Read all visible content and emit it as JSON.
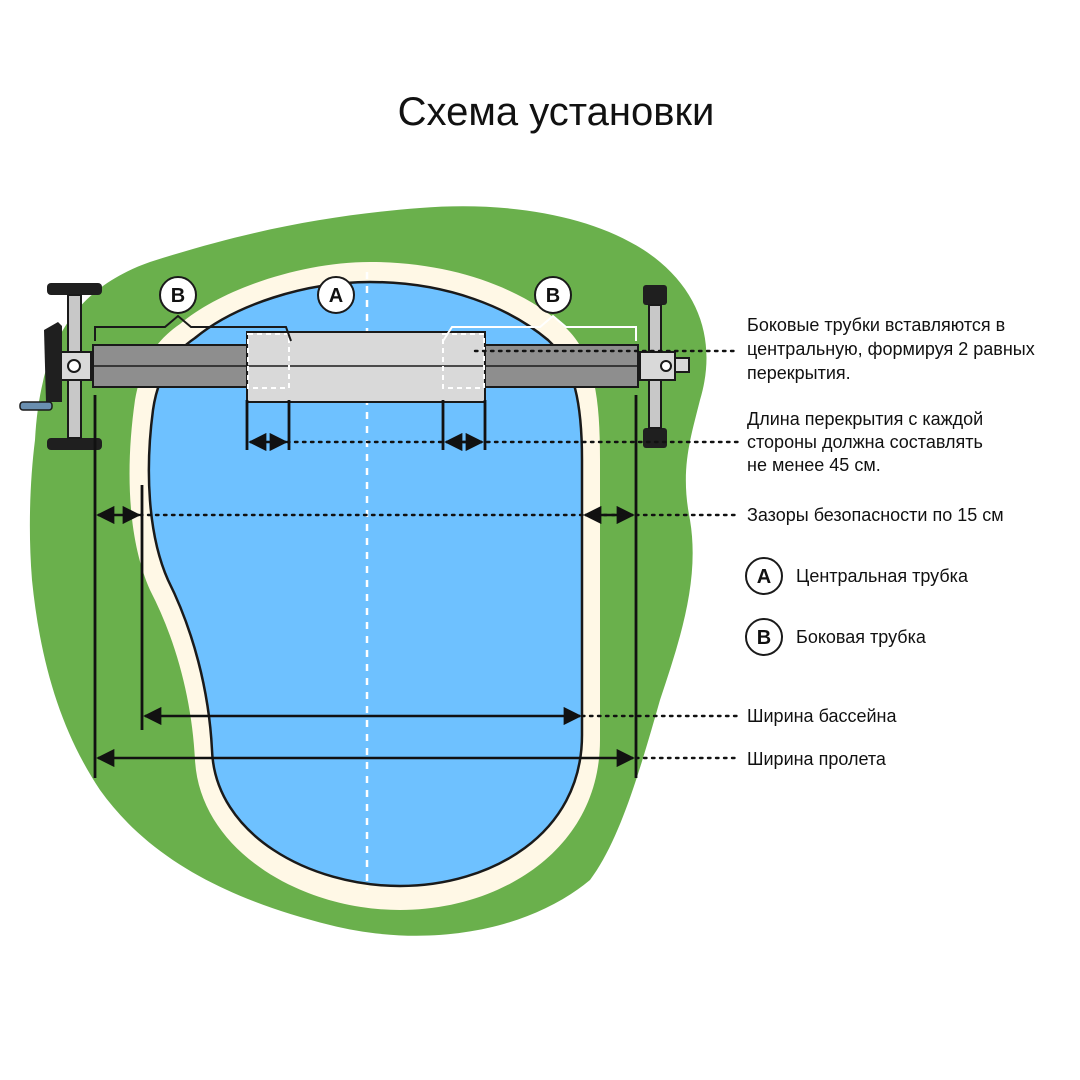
{
  "title": "Схема установки",
  "colors": {
    "grass": "#6ab04c",
    "deck": "#fff8e6",
    "water": "#6ec1ff",
    "tube": "#8e8e8e",
    "tube_center": "#d9d9d9",
    "outline": "#1a1a1a"
  },
  "badges": {
    "central_tube": "A",
    "side_tube": "B"
  },
  "annotations": [
    {
      "id": "overlap",
      "lines": [
        "Боковые трубки вставляются в",
        "центральную, формируя 2 равных",
        "перекрытия."
      ]
    },
    {
      "id": "overlap_length",
      "lines": [
        "Длина перекрытия с каждой",
        "стороны должна составлять",
        "не менее 45 см."
      ]
    },
    {
      "id": "safety_gap",
      "lines": [
        "Зазоры безопасности по 15 см"
      ]
    },
    {
      "id": "pool_width",
      "lines": [
        "Ширина бассейна"
      ]
    },
    {
      "id": "span_width",
      "lines": [
        "Ширина пролета"
      ]
    }
  ],
  "legend": [
    {
      "badge": "A",
      "label": "Центральная трубка"
    },
    {
      "badge": "B",
      "label": "Боковая трубка"
    }
  ],
  "icons": [
    "crank-handle-icon",
    "wheel-stand-icon"
  ]
}
